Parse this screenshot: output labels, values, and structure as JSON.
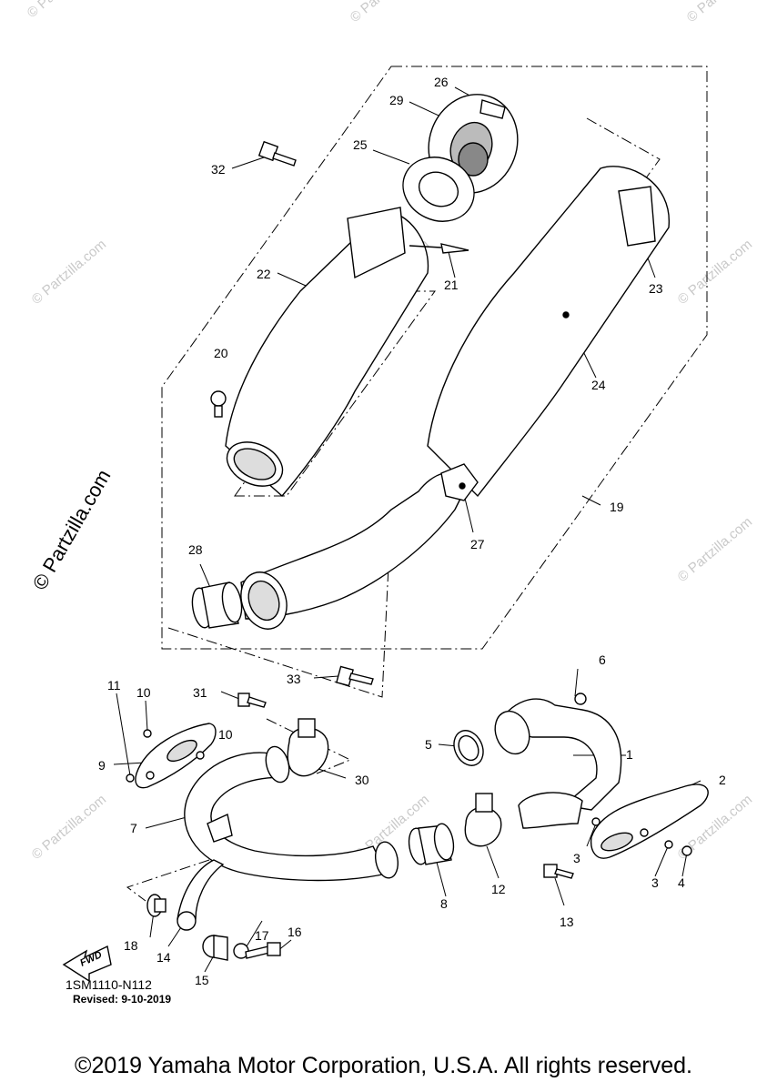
{
  "watermark": {
    "text": "© Partzilla.com",
    "side_text": "© Partzilla.com"
  },
  "diagram": {
    "code": "1SM1110-N112",
    "revised": "Revised: 9-10-2019",
    "fwd_label": "FWD",
    "callouts": [
      "1",
      "2",
      "3",
      "3",
      "4",
      "5",
      "6",
      "7",
      "8",
      "9",
      "10",
      "10",
      "11",
      "12",
      "13",
      "14",
      "15",
      "16",
      "17",
      "18",
      "19",
      "20",
      "21",
      "22",
      "23",
      "24",
      "25",
      "26",
      "27",
      "28",
      "29",
      "30",
      "31",
      "32",
      "33"
    ]
  },
  "footer": {
    "copyright": "©2019 Yamaha Motor Corporation, U.S.A. All rights reserved."
  }
}
